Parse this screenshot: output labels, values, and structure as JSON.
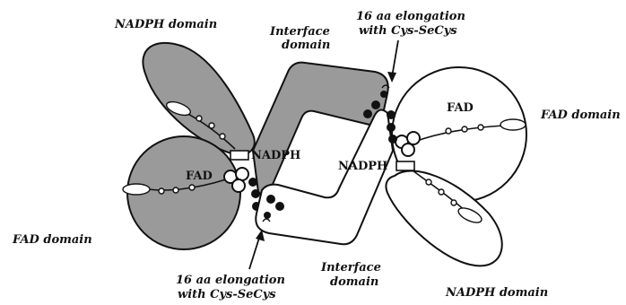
{
  "labels": {
    "nadph_domain_top": "NADPH domain",
    "interface_domain_top_1": "Interface",
    "interface_domain_top_2": "domain",
    "elongation_top_1": "16 aa elongation",
    "elongation_top_2": "with Cys-SeCys",
    "fad_domain_right": "FAD domain",
    "fad_right": "FAD",
    "nadph_center_left": "NADPH",
    "nadph_center_right": "NADPH",
    "fad_left": "FAD",
    "fad_domain_left": "FAD domain",
    "elongation_bottom_1": "16 aa elongation",
    "elongation_bottom_2": "with Cys-SeCys",
    "interface_domain_bottom_1": "Interface",
    "interface_domain_bottom_2": "domain",
    "nadph_domain_bottom": "NADPH domain"
  },
  "colors": {
    "subunit_a_fill": "#9a9a9a",
    "subunit_b_fill": "#ffffff",
    "outline": "#111111"
  }
}
